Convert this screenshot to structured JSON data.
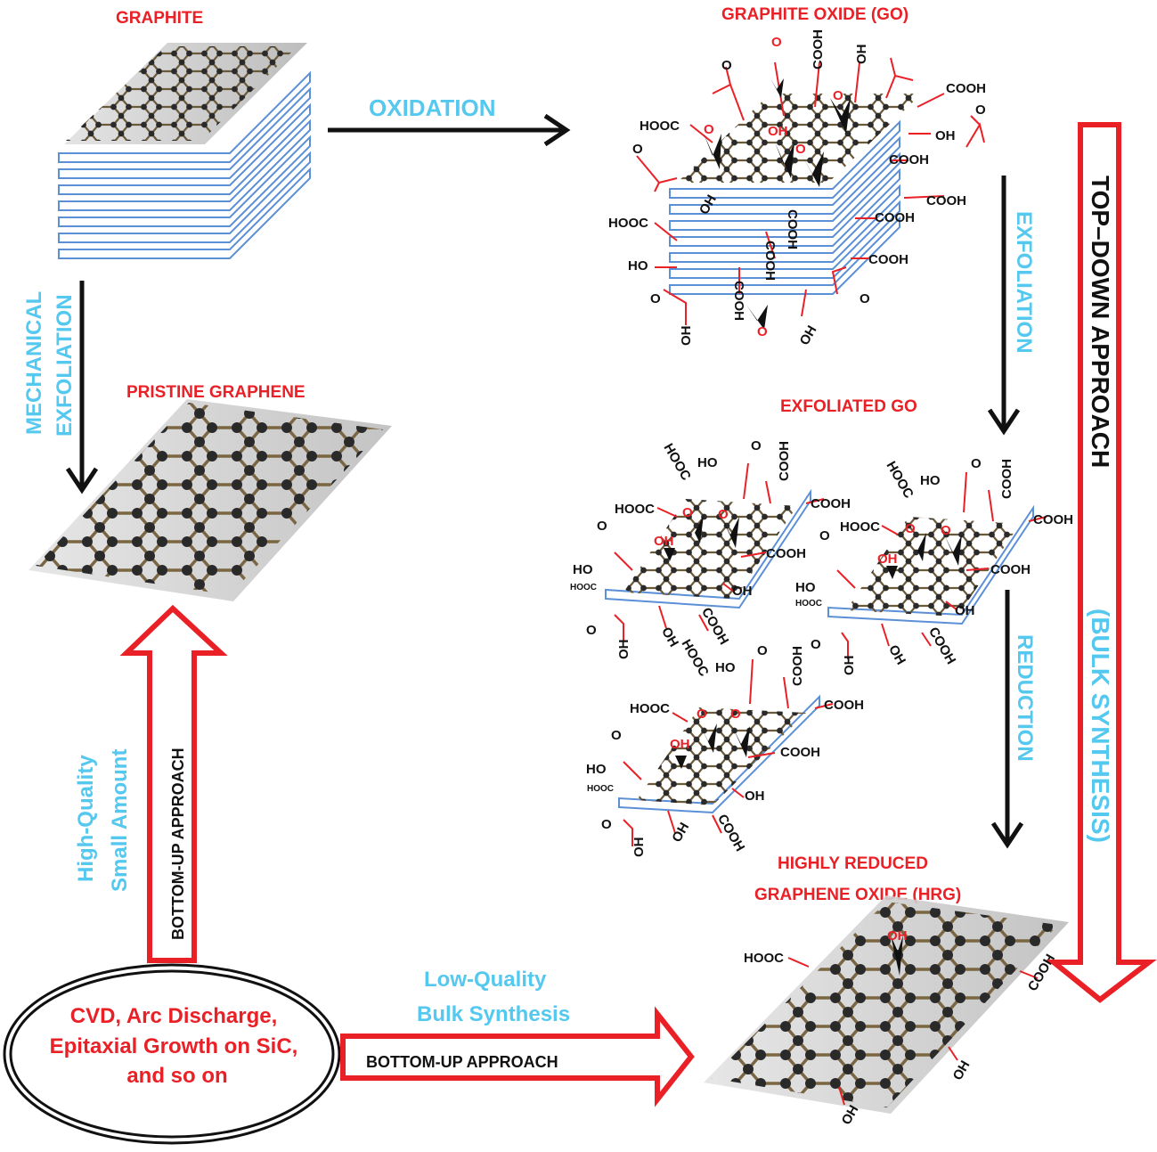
{
  "diagram": {
    "graphite": "GRAPHITE",
    "graphite_oxide": "GRAPHITE OXIDE (GO)",
    "pristine_graphene": "PRISTINE GRAPHENE",
    "exfoliated_go": "EXFOLIATED GO",
    "hrg_line1": "HIGHLY REDUCED",
    "hrg_line2": "GRAPHENE OXIDE (HRG)",
    "oxidation": "OXIDATION",
    "exfoliation": "EXFOLIATION",
    "reduction": "REDUCTION",
    "mech_line1": "MECHANICAL",
    "mech_line2": "EXFOLIATION",
    "top_down_1": "TOP–DOWN APPROACH",
    "top_down_2": "(BULK SYNTHESIS)",
    "bottom_up_vertical": "BOTTOM-UP APPROACH",
    "bottom_up_horizontal": "BOTTOM-UP APPROACH",
    "hq_line1": "High-Quality",
    "hq_line2": "Small Amount",
    "lq_line1": "Low-Quality",
    "lq_line2": "Bulk Synthesis",
    "source_line1": "CVD, Arc Discharge,",
    "source_line2": "Epitaxial Growth on SiC,",
    "source_line3": "and so on",
    "group_cooh": "COOH",
    "group_hooc": "HOOC",
    "group_oh": "OH",
    "group_ho": "HO",
    "group_o": "O"
  },
  "colors": {
    "red": "#ea2027",
    "cyan": "#55c8f0",
    "black": "#111111",
    "sheet_blue": "#5b8fd6"
  }
}
